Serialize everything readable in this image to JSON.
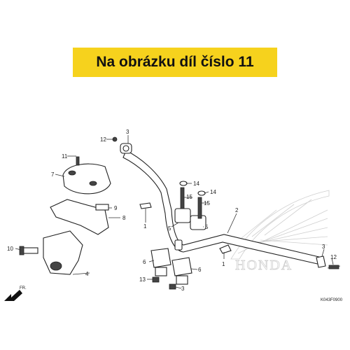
{
  "banner": {
    "text": "Na obrázku díl číslo 11"
  },
  "diagram": {
    "code": "K043F0900",
    "front_label": "FR.",
    "logo_text": "HONDA",
    "callouts": {
      "c1a": "1",
      "c1b": "1",
      "c2": "2",
      "c3a": "3",
      "c3b": "3",
      "c4": "4",
      "c5a": "5",
      "c5b": "5",
      "c6a": "6",
      "c6b": "6",
      "c7": "7",
      "c8": "8",
      "c9": "9",
      "c10": "10",
      "c11": "11",
      "c12a": "12",
      "c12b": "12",
      "c13": "13",
      "c14a": "14",
      "c14b": "14",
      "c15a": "15",
      "c15b": "15"
    }
  },
  "colors": {
    "banner": "#f6d21d",
    "logo": "#cfcfcf",
    "lines": "#333333"
  }
}
